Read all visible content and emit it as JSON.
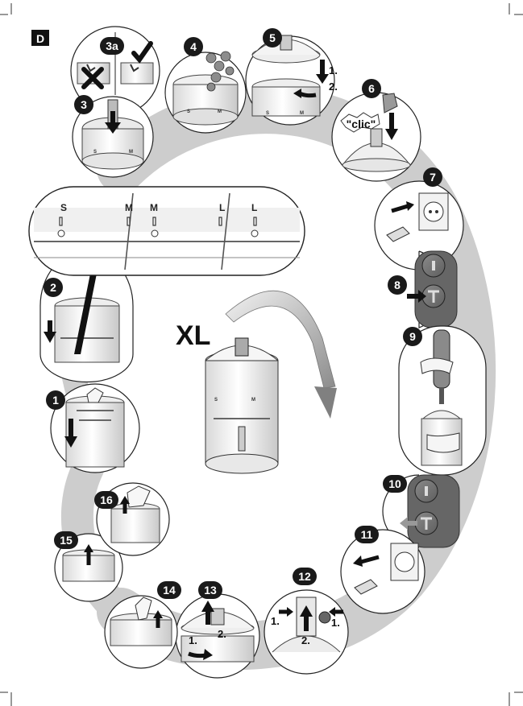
{
  "section_letter": "D",
  "center_label": "XL",
  "clic_text": "\"clic\"",
  "steps": {
    "s1": "1",
    "s2": "2",
    "s3": "3",
    "s3a": "3a",
    "s4": "4",
    "s5": "5",
    "s6": "6",
    "s7": "7",
    "s8": "8",
    "s9": "9",
    "s10": "10",
    "s11": "11",
    "s12": "12",
    "s13": "13",
    "s14": "14",
    "s15": "15",
    "s16": "16"
  },
  "sub_steps": {
    "one": "1.",
    "two": "2."
  },
  "scale_marks": {
    "s": "S",
    "m": "M",
    "l": "L"
  },
  "colors": {
    "badge": "#1a1a1a",
    "ring": "#cfcfcf",
    "outline": "#222222",
    "highlight": "#777777"
  }
}
